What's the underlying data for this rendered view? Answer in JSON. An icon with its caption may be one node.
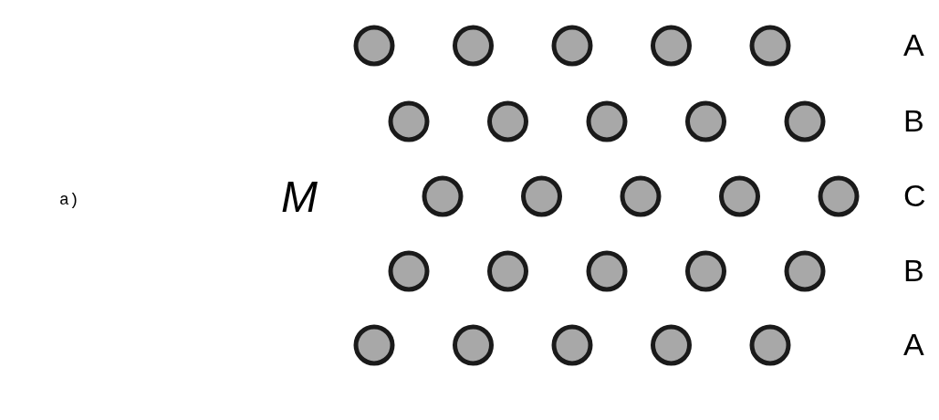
{
  "diagram": {
    "labels": [
      "a)",
      "M",
      "A",
      "B",
      "C",
      "B",
      "A"
    ]
  }
}
